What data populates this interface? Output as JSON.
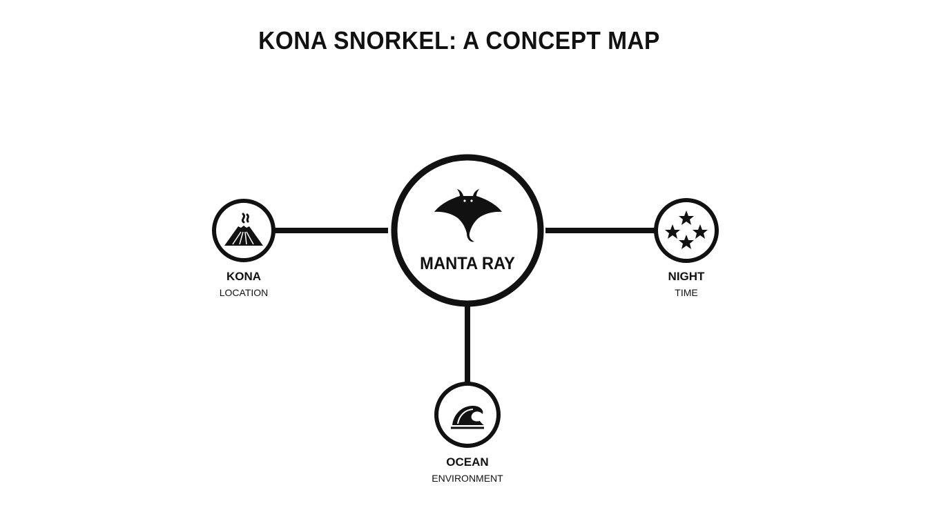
{
  "title": "KONA SNORKEL: A CONCEPT MAP",
  "colors": {
    "ink": "#111111",
    "background": "#ffffff"
  },
  "center": {
    "label": "MANTA RAY",
    "icon": "manta-ray-icon"
  },
  "nodes": [
    {
      "id": "kona",
      "name": "KONA",
      "category": "LOCATION",
      "icon": "volcano-icon"
    },
    {
      "id": "night",
      "name": "NIGHT",
      "category": "TIME",
      "icon": "stars-icon"
    },
    {
      "id": "ocean",
      "name": "OCEAN",
      "category": "ENVIRONMENT",
      "icon": "wave-icon"
    }
  ]
}
